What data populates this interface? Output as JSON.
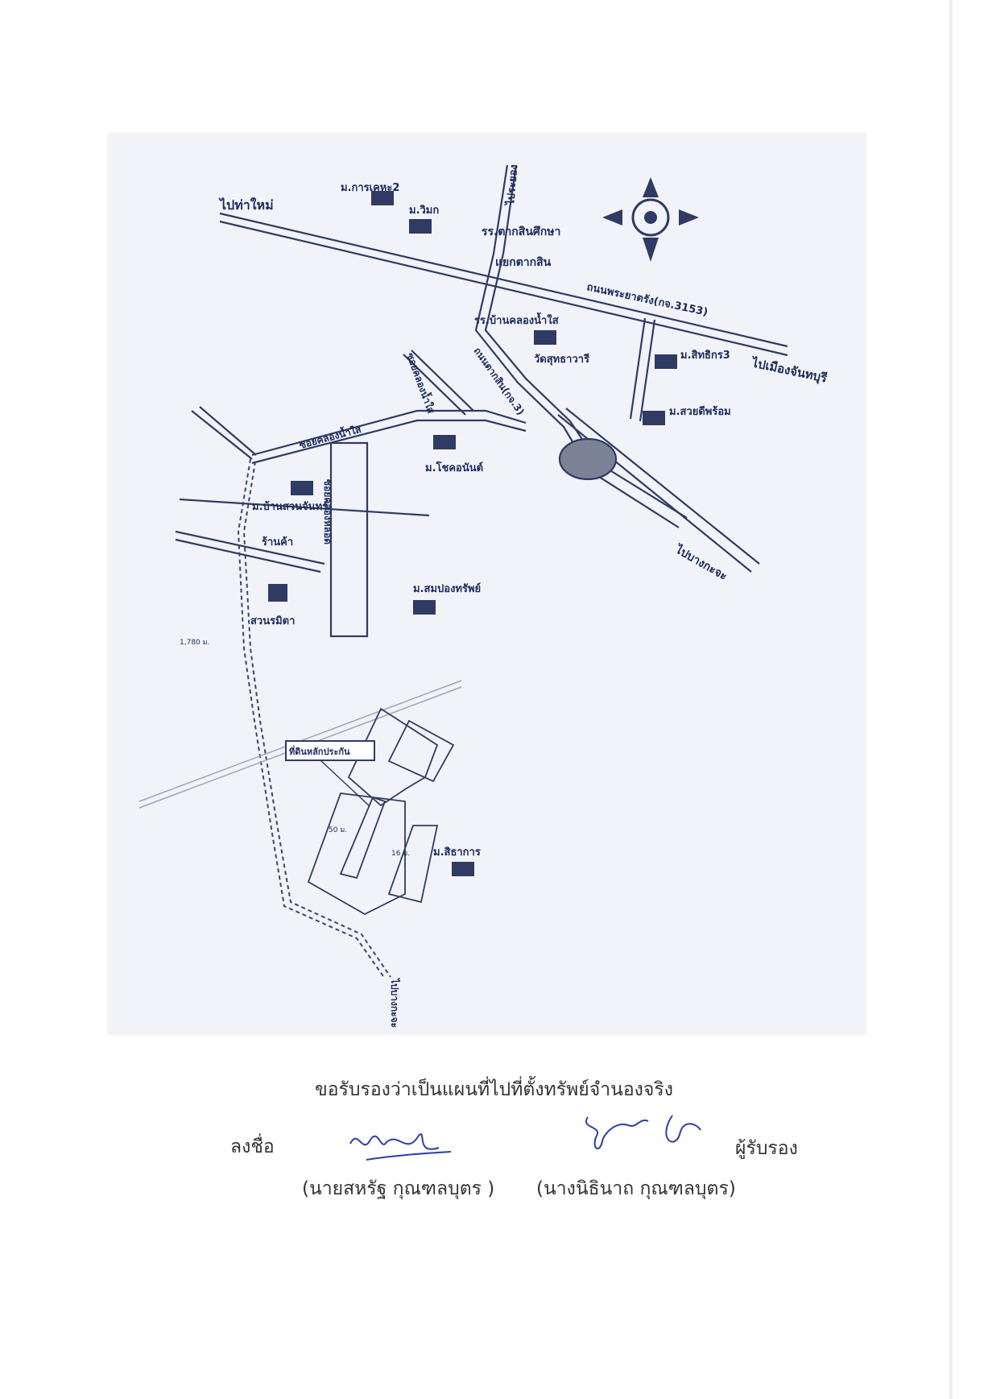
{
  "map": {
    "roads": {
      "to_chiang_mai": "ไปท่าใหม่",
      "to_rayong": "ไประยอง",
      "to_chanthaburi": "ไปเมืองจันทบุรี",
      "to_bang_kacha": "ไปบางกะจะ",
      "to_south": "ไปบางกะจะ",
      "main_road": "ถนนพระยาตรัง(กจ.3153)",
      "taksin_road": "ถนนตากสิน(กจ.3)",
      "soi_klong_nam_sai": "ซอยคลองน้ำใส",
      "soi_klong_nam_sai_2": "ซอยคลองน้ำใส",
      "soi_left": "ซอยคลองหลอด"
    },
    "places": {
      "m_karom_1": "ม.การเคหะ2",
      "m_rimok": "ม.วิมก",
      "school_taksin": "รร.ตากสินศึกษา",
      "intersection": "แยกตากสิน",
      "school_ban_klong": "รร.บ้านคลองน้ำใส",
      "wat": "วัดสุทธาวารี",
      "m_sitthikorn": "ม.สิทธิกร3",
      "m_suan_dee": "ม.สวยดีพร้อม",
      "m_chok_anan": "ม.โชคอนันต์",
      "m_ban_suan": "ม.บ้านสวนจันทร์",
      "shop": "ร้านค้า",
      "suan_rimita": "สวนรมิตา",
      "m_somporn": "ม.สมปองทรัพย์",
      "target": "ที่ดินหลักประกัน",
      "m_sithakarn": "ม.สิธาการ"
    },
    "distances": {
      "d1": "1,780 ม.",
      "d2": "50 ม.",
      "d3": "16 ม."
    }
  },
  "certification": "ขอรับรองว่าเป็นแผนที่ไปที่ตั้งทรัพย์จำนองจริง",
  "sign_label": "ลงชื่อ",
  "certifier_label": "ผู้รับรอง",
  "signer1_name": "(นายสหรัฐ  กุณฑลบุตร )",
  "signer2_name": "(นางนิธินาถ  กุณฑลบุตร)"
}
